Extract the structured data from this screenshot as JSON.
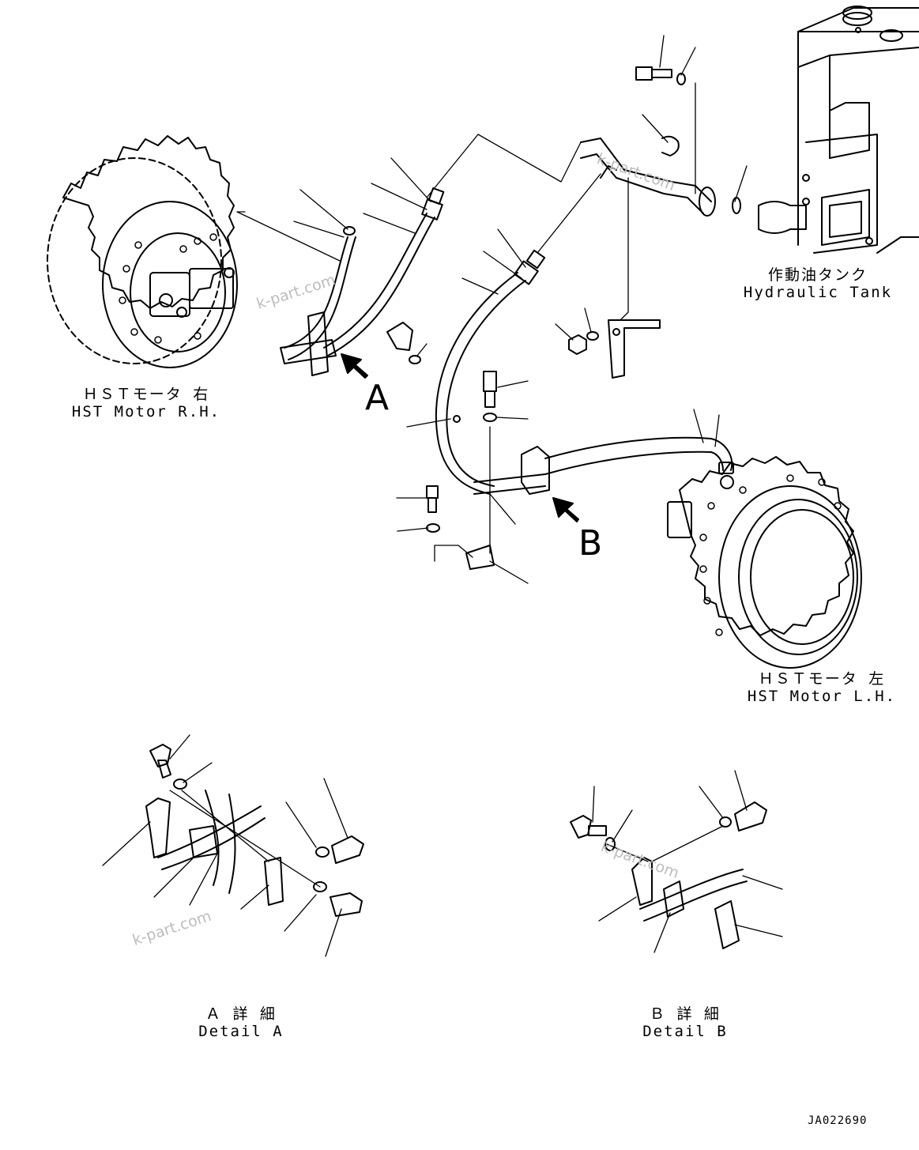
{
  "labels": {
    "motor_rh": {
      "jp": "ＨＳＴモータ 右",
      "en": "HST Motor R.H."
    },
    "motor_lh": {
      "jp": "ＨＳＴモータ 左",
      "en": "HST Motor L.H."
    },
    "hydraulic_tank": {
      "jp": "作動油タンク",
      "en": "Hydraulic Tank"
    },
    "detail_a": {
      "jp": "Ａ 詳 細",
      "en": "Detail A"
    },
    "detail_b": {
      "jp": "Ｂ 詳 細",
      "en": "Detail B"
    }
  },
  "callouts": {
    "a": "A",
    "b": "B"
  },
  "watermarks": [
    "k-part.com",
    "k-part.com",
    "k-part.com",
    "k-part.com"
  ],
  "drawing_code": "JA022690"
}
